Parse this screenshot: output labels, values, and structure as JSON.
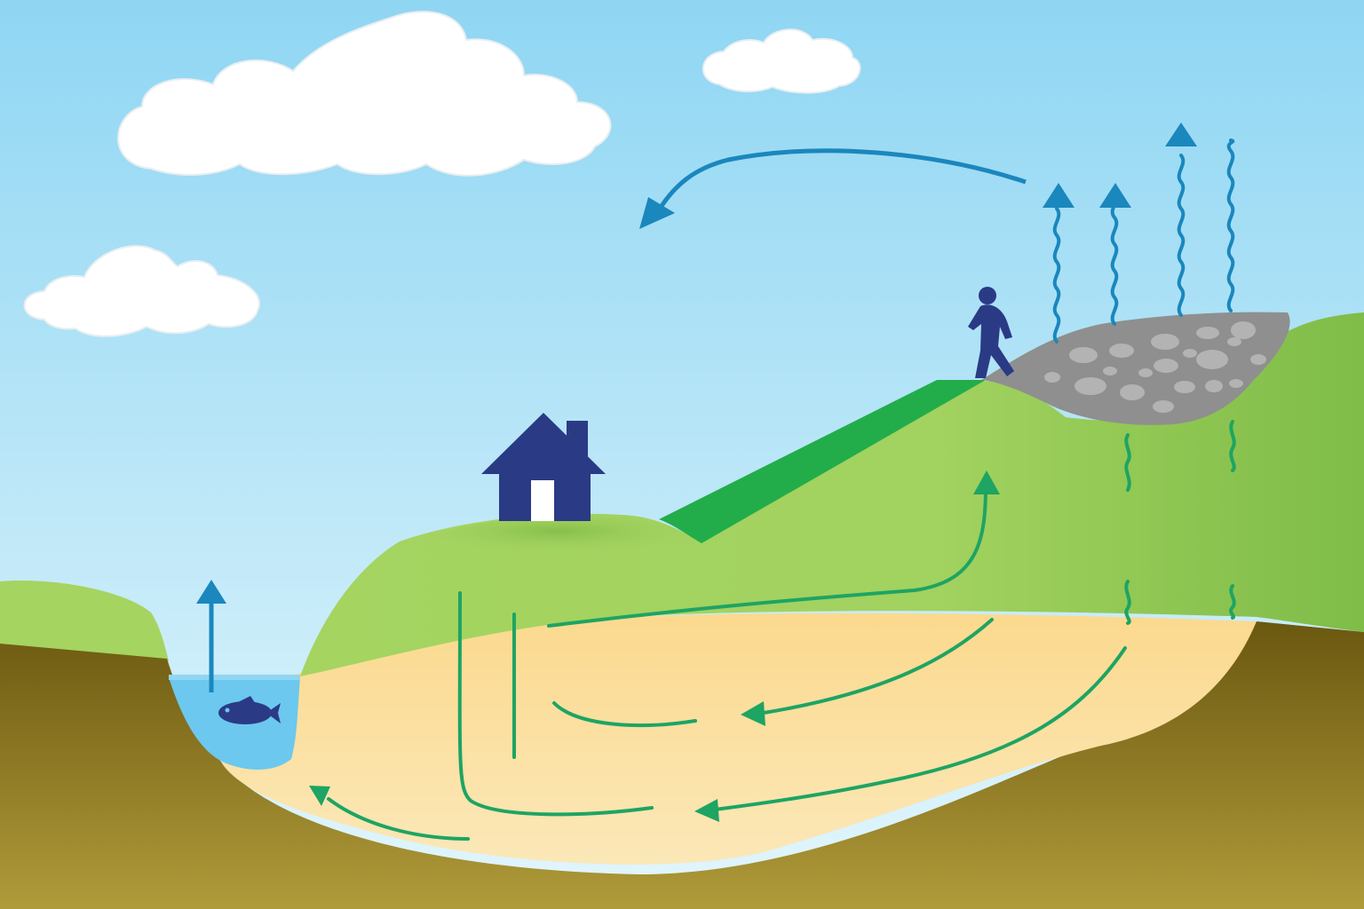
{
  "diagram": {
    "labels": [],
    "colors": {
      "sky_top": "#8fd6f3",
      "sky_bottom": "#e3f6fc",
      "cloud": "#ffffff",
      "cloud_outline": "#e6eef2",
      "grass_light": "#a5d461",
      "grass_mid": "#86c34a",
      "grass_dark": "#22ad4a",
      "soil_top": "#fbe39f",
      "soil_bottom": "#fbe8b8",
      "bedrock_top": "#6b5810",
      "bedrock_bottom": "#b09b3a",
      "water": "#6cc8ee",
      "water_surface": "#8fd6f3",
      "silhouette": "#2b3a85",
      "door": "#ffffff",
      "waste_pile": "#8f8f8f",
      "waste_stones": "#b3b3b3",
      "vapor_arrow": "#1a87bd",
      "groundwater_arrow": "#1ea463"
    },
    "icons": [
      "house-icon",
      "person-icon",
      "fish-icon",
      "waste-pile",
      "vapor-wave-arrow",
      "groundwater-flow-arrow"
    ]
  }
}
